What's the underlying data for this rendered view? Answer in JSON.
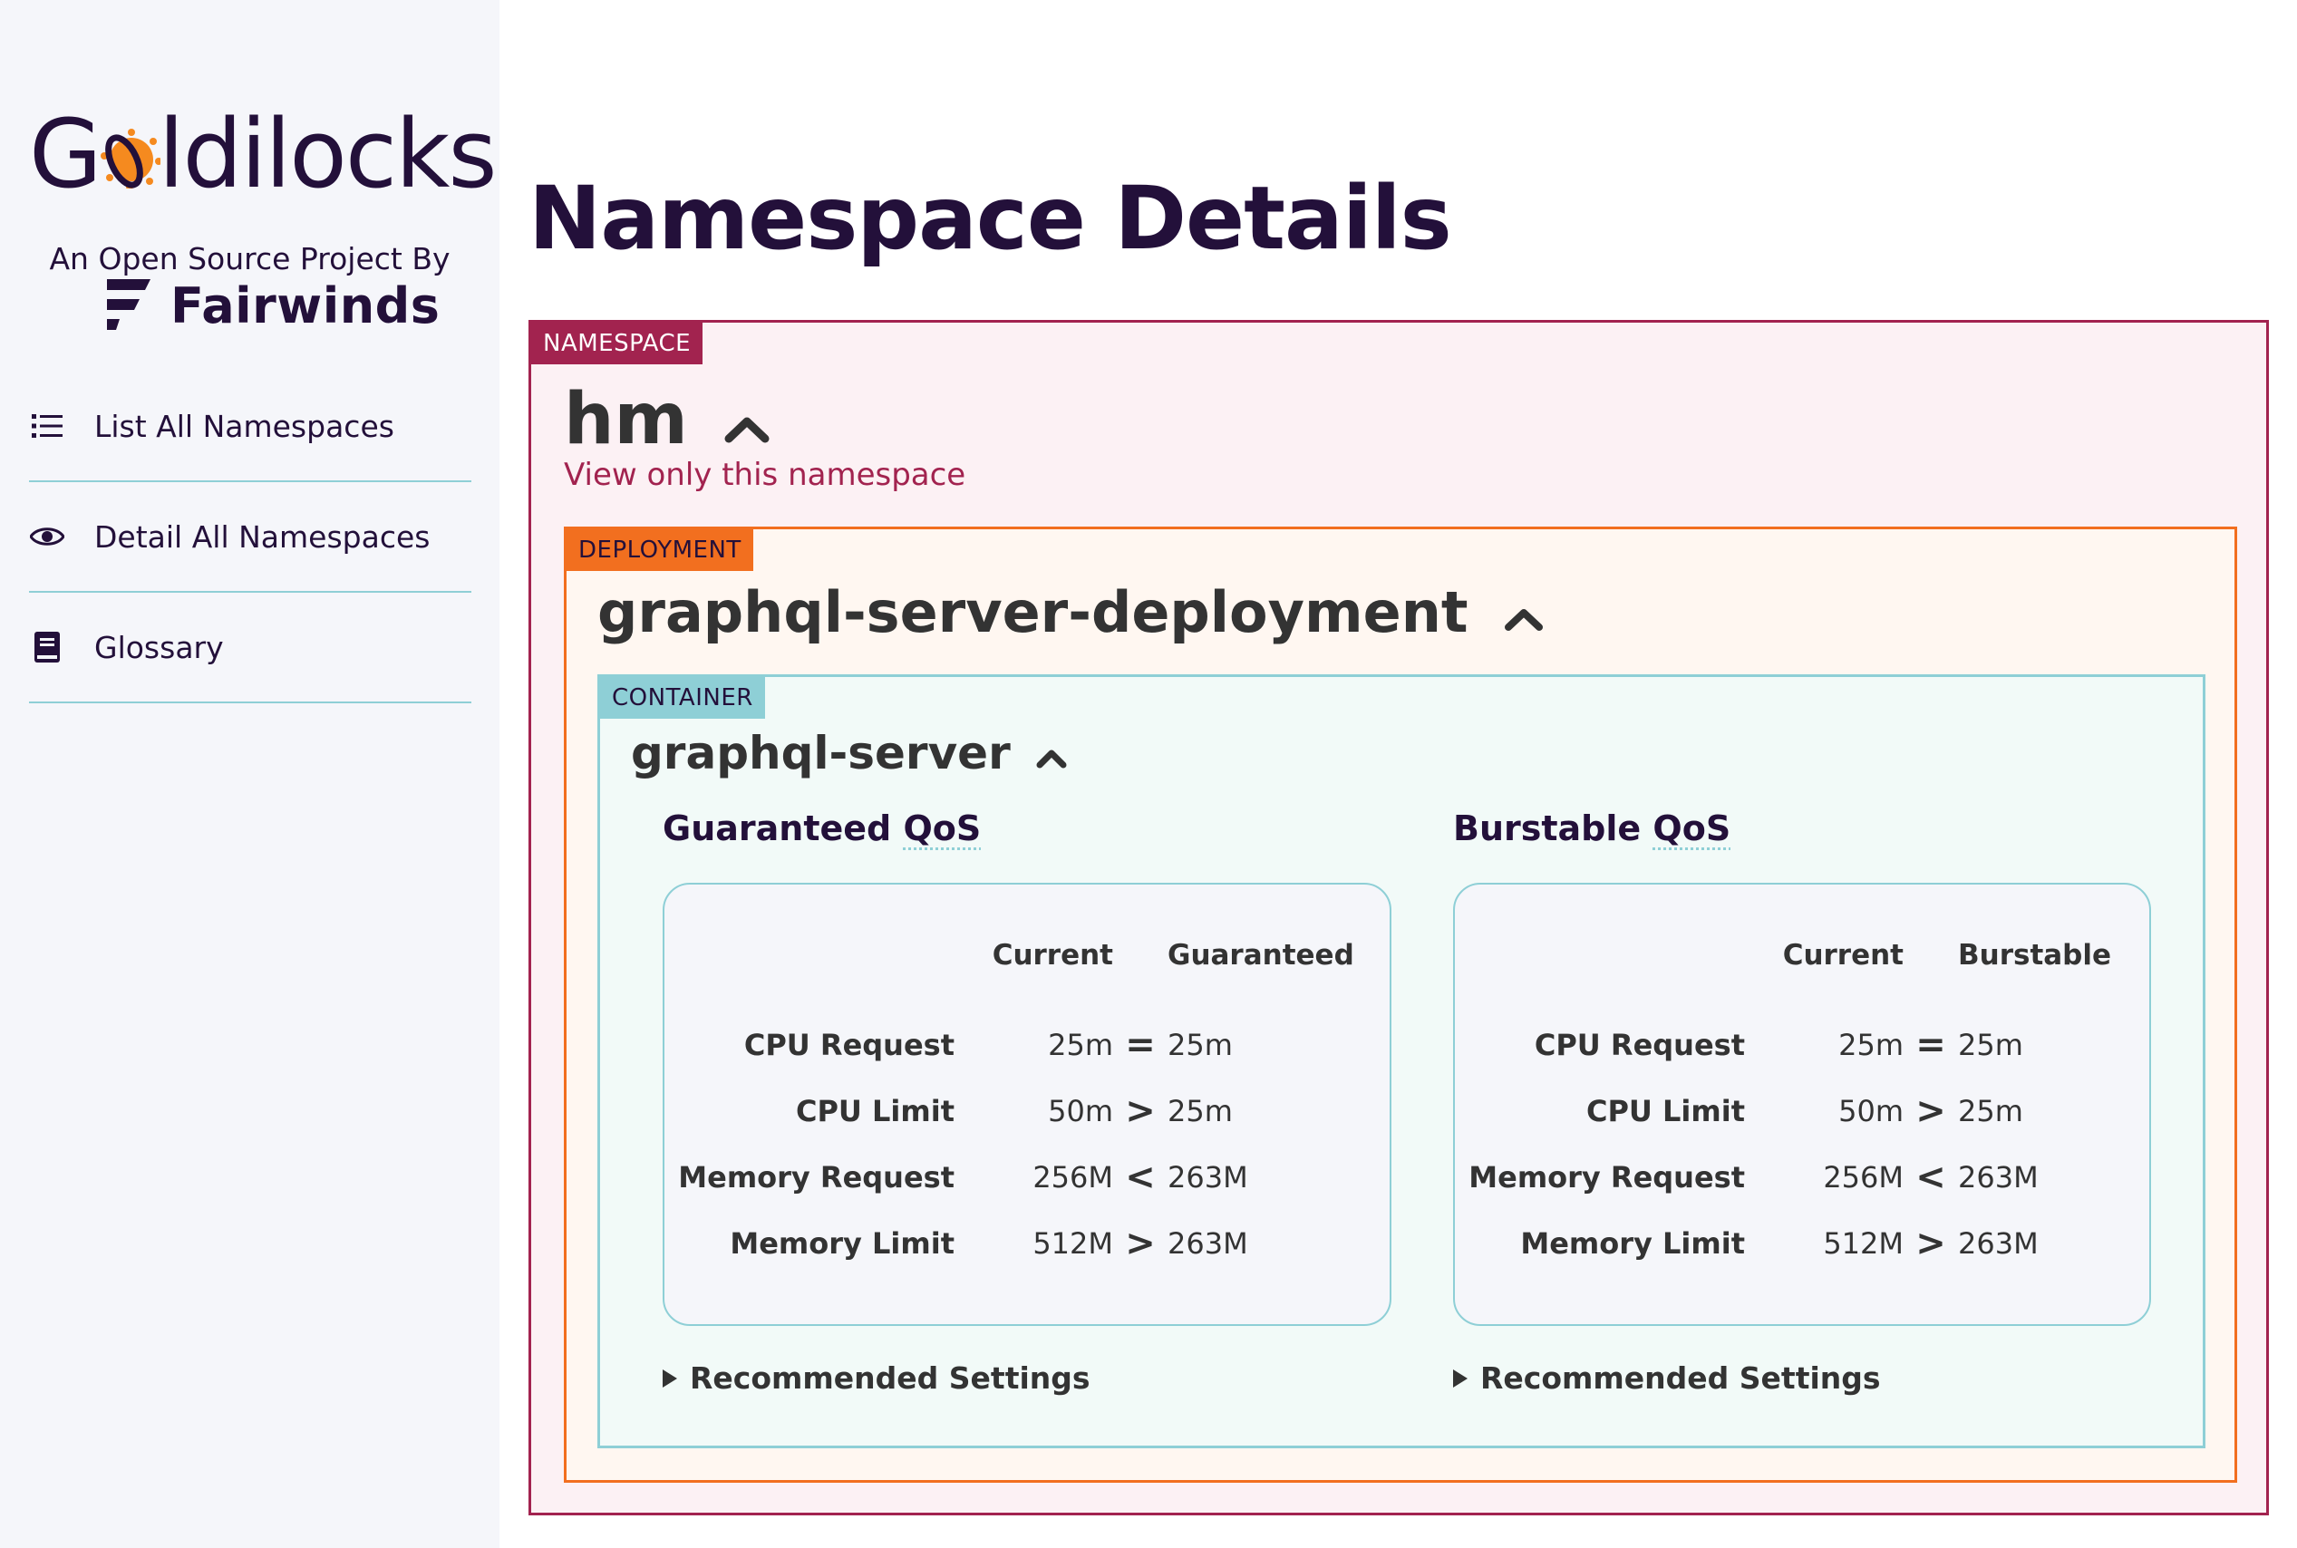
{
  "sidebar": {
    "logo_prefix": "G",
    "logo_suffix": "ldilocks",
    "byline": "An Open Source Project By",
    "brand": "Fairwinds",
    "items": [
      {
        "label": "List All Namespaces",
        "icon": "list-icon"
      },
      {
        "label": "Detail All Namespaces",
        "icon": "eye-icon"
      },
      {
        "label": "Glossary",
        "icon": "book-icon"
      }
    ]
  },
  "main": {
    "title": "Namespace Details",
    "namespace": {
      "tag": "NAMESPACE",
      "name": "hm",
      "link": "View only this namespace",
      "deployment": {
        "tag": "DEPLOYMENT",
        "name": "graphql-server-deployment",
        "container": {
          "tag": "CONTAINER",
          "name": "graphql-server",
          "qos": [
            {
              "heading_prefix": "Guaranteed ",
              "heading_abbr": "QoS",
              "col_current": "Current",
              "col_target": "Guaranteed",
              "rows": [
                {
                  "label": "CPU Request",
                  "current": "25m",
                  "cmp": "=",
                  "target": "25m"
                },
                {
                  "label": "CPU Limit",
                  "current": "50m",
                  "cmp": ">",
                  "target": "25m"
                },
                {
                  "label": "Memory Request",
                  "current": "256M",
                  "cmp": "<",
                  "target": "263M"
                },
                {
                  "label": "Memory Limit",
                  "current": "512M",
                  "cmp": ">",
                  "target": "263M"
                }
              ],
              "recommended": "Recommended Settings"
            },
            {
              "heading_prefix": "Burstable ",
              "heading_abbr": "QoS",
              "col_current": "Current",
              "col_target": "Burstable",
              "rows": [
                {
                  "label": "CPU Request",
                  "current": "25m",
                  "cmp": "=",
                  "target": "25m"
                },
                {
                  "label": "CPU Limit",
                  "current": "50m",
                  "cmp": ">",
                  "target": "25m"
                },
                {
                  "label": "Memory Request",
                  "current": "256M",
                  "cmp": "<",
                  "target": "263M"
                },
                {
                  "label": "Memory Limit",
                  "current": "512M",
                  "cmp": ">",
                  "target": "263M"
                }
              ],
              "recommended": "Recommended Settings"
            }
          ]
        }
      }
    }
  },
  "colors": {
    "namespace": "#a2234f",
    "deployment": "#f26f1f",
    "container": "#8ecfd6",
    "text_dark": "#23103a"
  }
}
